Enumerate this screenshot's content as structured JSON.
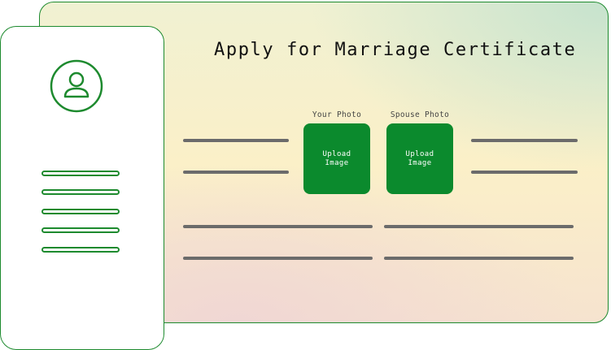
{
  "form": {
    "title": "Apply for Marriage Certificate",
    "your_photo": {
      "label": "Your Photo",
      "upload_line1": "Upload",
      "upload_line2": "Image"
    },
    "spouse_photo": {
      "label": "Spouse Photo",
      "upload_line1": "Upload",
      "upload_line2": "Image"
    },
    "accent_color": "#0b8a2d",
    "field_placeholder_color": "#6b6b6b"
  },
  "profile_card": {
    "avatar_icon": "user-icon",
    "menu_items_count_visible": 5,
    "accent_color": "#1d8a2e"
  }
}
